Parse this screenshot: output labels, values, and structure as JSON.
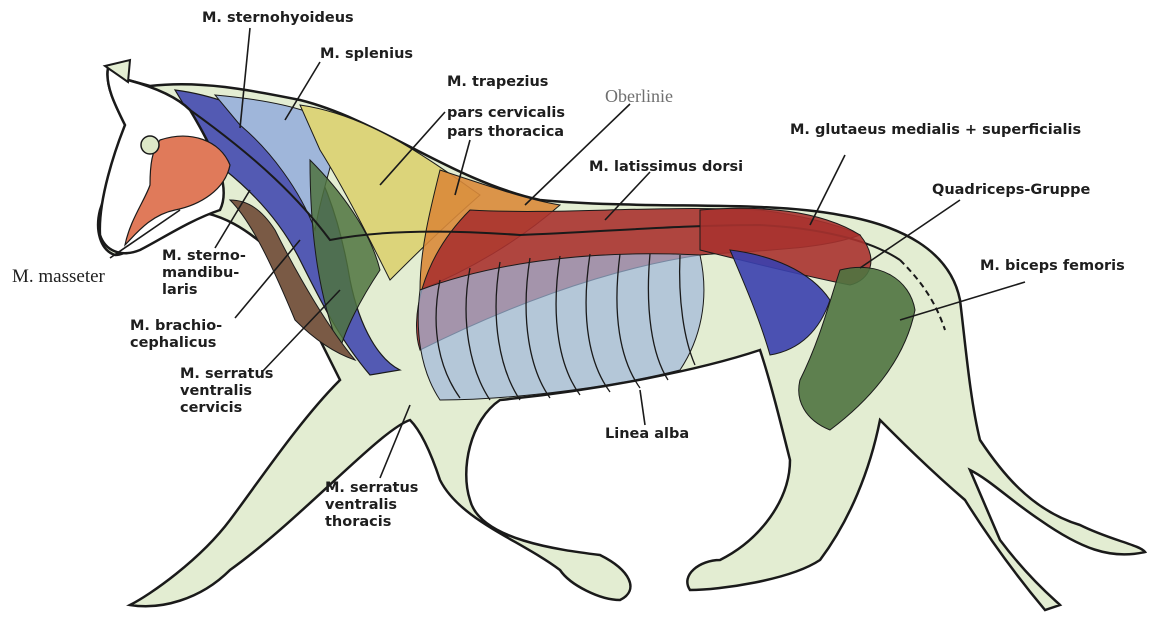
{
  "labels": {
    "sternohyoideus": "M. sternohyoideus",
    "splenius": "M. splenius",
    "trapezius": "M. trapezius",
    "pars_cervicalis": "pars cervicalis",
    "pars_thoracica": "pars thoracica",
    "oberlinie": "Oberlinie",
    "latissimus": "M. latissimus dorsi",
    "glutaeus": "M. glutaeus medialis + superficialis",
    "quadriceps": "Quadriceps-Gruppe",
    "biceps_femoris": "M. biceps femoris",
    "masseter": "M. masseter",
    "sternomandibularis": [
      "M. sterno-",
      "mandibu-",
      "laris"
    ],
    "brachiocephalicus": [
      "M. brachio-",
      "cephalicus"
    ],
    "serratus_cervicis": [
      "M. serratus",
      "ventralis",
      "cervicis"
    ],
    "linea_alba": "Linea alba",
    "serratus_thoracis": [
      "M. serratus",
      "ventralis",
      "thoracis"
    ]
  },
  "colors": {
    "outline": "#1a1a1a",
    "skin": "#e3edd2",
    "blue": "#3a3fae",
    "lightblue": "#9fb6da",
    "yellow": "#dcd47a",
    "orange": "#d98a3a",
    "red": "#a8322f",
    "green": "#4f7340",
    "brown": "#7a5a45",
    "masseter": "#e07a5a"
  }
}
